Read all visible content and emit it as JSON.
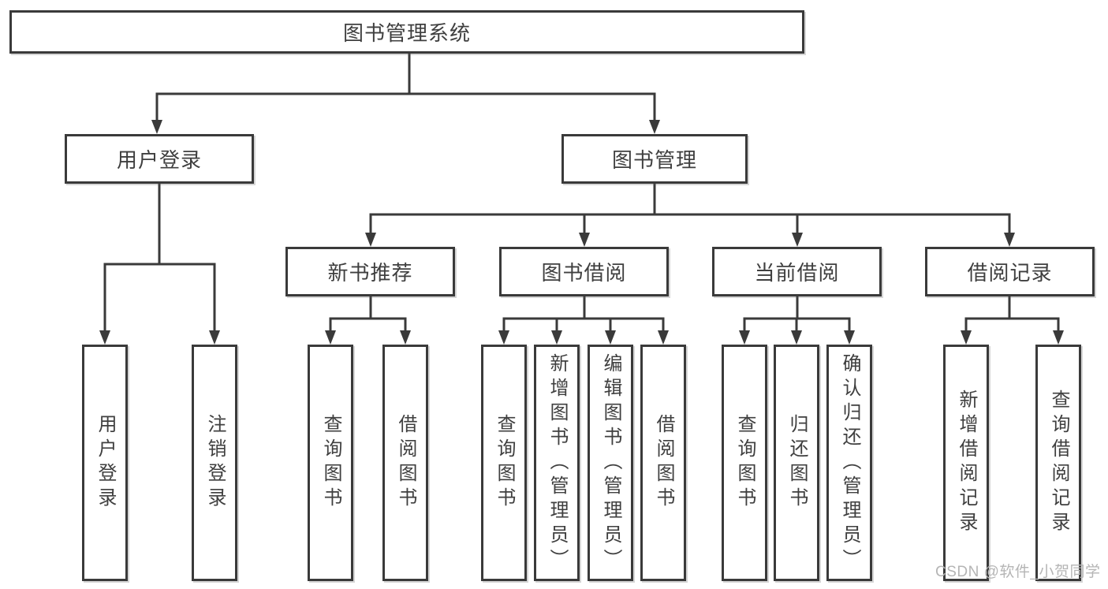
{
  "diagram": {
    "background": "#ffffff",
    "line_color": "#3a3a3a",
    "text_color": "#3f3f3f",
    "tree": {
      "label": "图书管理系统",
      "children": [
        {
          "label": "用户登录",
          "children": [
            {
              "label": "用户登录"
            },
            {
              "label": "注销登录"
            }
          ]
        },
        {
          "label": "图书管理",
          "children": [
            {
              "label": "新书推荐",
              "children": [
                {
                  "label": "查询图书"
                },
                {
                  "label": "借阅图书"
                }
              ]
            },
            {
              "label": "图书借阅",
              "children": [
                {
                  "label": "查询图书"
                },
                {
                  "label": "新增图书（管理员）"
                },
                {
                  "label": "编辑图书（管理员）"
                },
                {
                  "label": "借阅图书"
                }
              ]
            },
            {
              "label": "当前借阅",
              "children": [
                {
                  "label": "查询图书"
                },
                {
                  "label": "归还图书"
                },
                {
                  "label": "确认归还（管理员）"
                }
              ]
            },
            {
              "label": "借阅记录",
              "children": [
                {
                  "label": "新增借阅记录"
                },
                {
                  "label": "查询借阅记录"
                }
              ]
            }
          ]
        }
      ]
    },
    "watermark": {
      "text": "CSDN @软件_小贺同学",
      "color": "#b5b5b5"
    }
  }
}
